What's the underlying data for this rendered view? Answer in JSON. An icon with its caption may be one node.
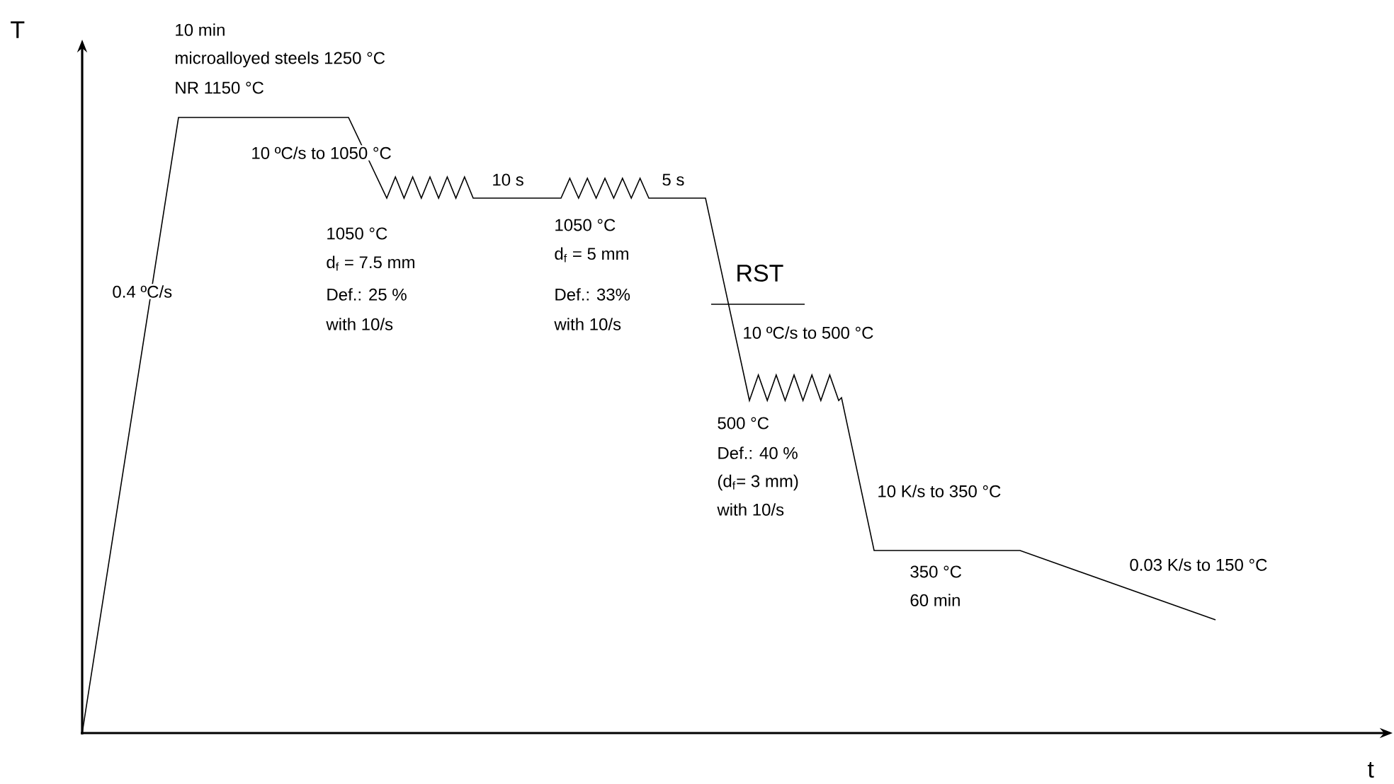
{
  "diagram": {
    "labels": [
      "T",
      "10 min",
      "microalloyed steels 1250 °C",
      "NR 1150 °C",
      "10 ºC/s to 1050 °C",
      "0.4 ºC/s",
      "10 s",
      "5 s",
      "1050 °C",
      "d$_{f}$ = 7.5 mm",
      "Def.: 25 %",
      "with 10/s",
      "1050 °C",
      "d$_{f}$ = 5 mm",
      "Def.: 33%",
      "with 10/s",
      "RST",
      "10 ºC/s to 500 °C",
      "500 °C",
      "Def.: 40 %",
      "(d$_{f}$= 3 mm)",
      "with 10/s",
      "10 K/s to 350 °C",
      "350 °C",
      "60 min",
      "0.03 K/s to 150 °C",
      "t"
    ]
  }
}
